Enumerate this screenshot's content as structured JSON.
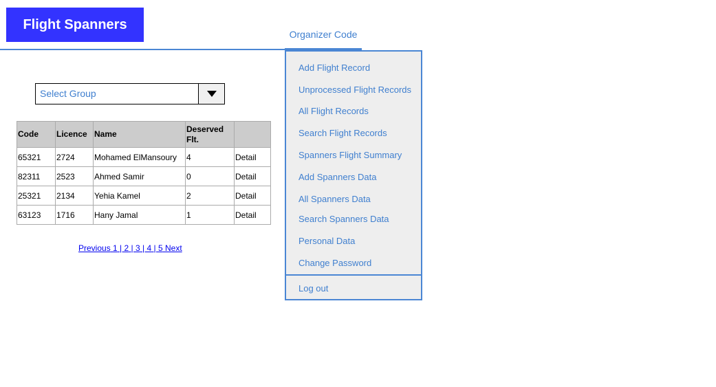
{
  "header": {
    "logo": "Flight Spanners",
    "tab": "Organizer Code"
  },
  "menu": {
    "items": [
      "Add Flight Record",
      "Unprocessed Flight Records",
      "All Flight Records",
      "Search Flight Records",
      "Spanners Flight Summary",
      "Add Spanners Data",
      "All Spanners Data",
      "Search Spanners Data",
      "Personal Data",
      "Change Password"
    ],
    "logout": "Log out"
  },
  "filter": {
    "select_value": "Select Group"
  },
  "table": {
    "headers": [
      "Code",
      "Licence",
      "Name",
      "Deserved Flt.",
      ""
    ],
    "rows": [
      [
        "65321",
        "2724",
        "Mohamed ElMansoury",
        "4",
        "Detail"
      ],
      [
        "82311",
        "2523",
        "Ahmed Samir",
        "0",
        "Detail"
      ],
      [
        "25321",
        "2134",
        "Yehia Kamel",
        "2",
        "Detail"
      ],
      [
        "63123",
        "1716",
        "Hany Jamal",
        "1",
        "Detail"
      ]
    ]
  },
  "pagination": {
    "previous": "Previous",
    "pages": [
      "1",
      "2",
      "3",
      "4",
      "5"
    ],
    "next": "Next"
  },
  "colors": {
    "brand": "#3333ff",
    "accent": "#4a86d4",
    "link": "#3f7fcf",
    "menu_bg": "#eeeeee",
    "table_header_bg": "#cccccc"
  }
}
